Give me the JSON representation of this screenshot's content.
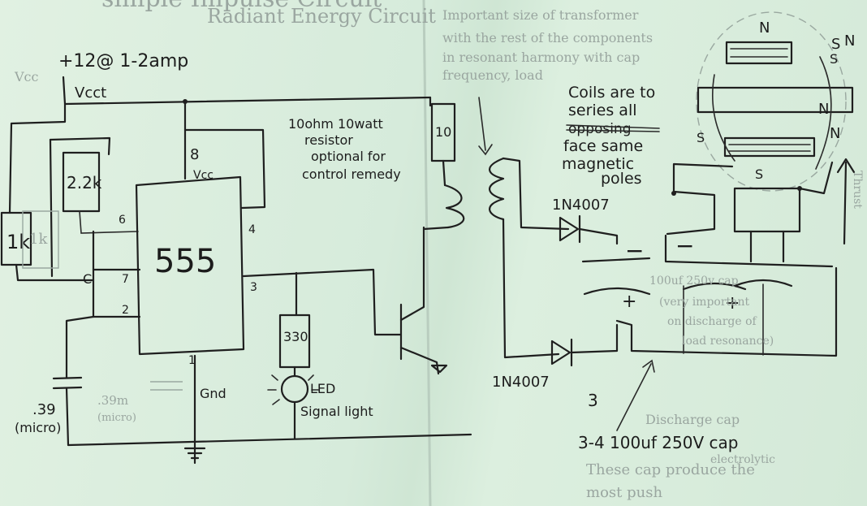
{
  "header": {
    "title": "simple Impulse Circuit",
    "ghost_title": "Radiant Energy Circuit",
    "ghost_note_1": "Important size of transformer",
    "ghost_note_2": "with the rest of the components",
    "ghost_note_3": "in resonant harmony with cap",
    "ghost_note_4": "frequency, load"
  },
  "supply": {
    "voltage": "+12@ 1-2amp",
    "vcc_left": "Vcc",
    "vcc_rail": "Vcct"
  },
  "components": {
    "r_1k": "1k",
    "r_2k2": "2.2k",
    "ghost_1k": "1k",
    "chip": "555",
    "pin_8": "8",
    "pin_vcc": "Vcc",
    "pin_6": "6",
    "pin_4": "4",
    "pin_7": "7",
    "pin_2": "2",
    "pin_3": "3",
    "pin_1": "1",
    "pin_c": "C",
    "gnd": "Gnd",
    "r_330": "330",
    "r_10": "10",
    "cap_39_value": ".39",
    "cap_39_unit": "(micro)",
    "cap_ghost_value": ".39m",
    "cap_ghost_unit": "(micro)",
    "diode_top": "1N4007",
    "diode_bottom": "1N4007",
    "cap_label_3": "3"
  },
  "notes": {
    "resistor_line1": "10ohm 10watt",
    "resistor_line2": "resistor",
    "resistor_line3": "optional for",
    "resistor_line4": "control remedy",
    "coils_line1": "Coils are to",
    "coils_line2": "series all",
    "coils_struck": "opposing",
    "coils_line3": "face same",
    "coils_line4": "magnetic",
    "coils_line5": "poles",
    "led_line1": "LED",
    "led_line2": "Signal light",
    "cap_note": "3-4 100uf 250V cap",
    "cap_ghost_1": "100uf 250v cap",
    "cap_ghost_2": "(very important",
    "cap_ghost_3": "on discharge of",
    "cap_ghost_4": "load resonance)",
    "bottom_ghost_1": "Discharge cap",
    "bottom_ghost_2": "electrolytic",
    "bottom_ghost_3": "These cap produce the",
    "bottom_ghost_4": "most push",
    "side_text": "Thrust",
    "minus_1": "−",
    "minus_2": "−",
    "plus_1": "+",
    "plus_2": "+"
  },
  "magnets": {
    "n_top": "N",
    "n_right": "N",
    "s_right": "S",
    "s_right2": "S",
    "s_mid": "S",
    "n_mid": "N",
    "s_bottom": "S",
    "n_far": "N"
  }
}
